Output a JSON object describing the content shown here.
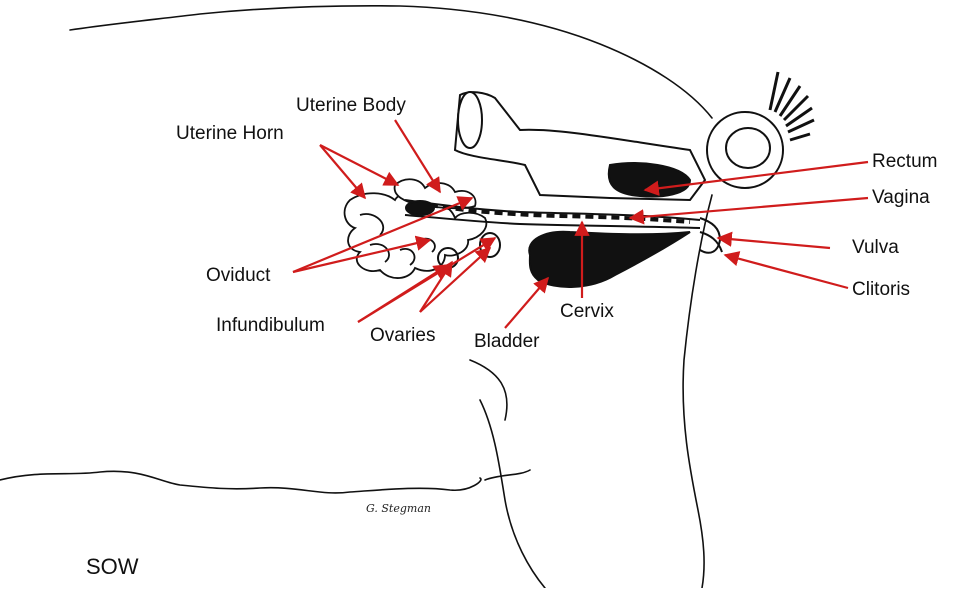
{
  "diagram": {
    "labels": {
      "uterine_body": "Uterine Body",
      "uterine_horn": "Uterine Horn",
      "rectum": "Rectum",
      "vagina": "Vagina",
      "vulva": "Vulva",
      "clitoris": "Clitoris",
      "oviduct": "Oviduct",
      "infundibulum": "Infundibulum",
      "ovaries": "Ovaries",
      "bladder": "Bladder",
      "cervix": "Cervix"
    },
    "caption": "SOW",
    "signature": "G. Stegman"
  },
  "colors": {
    "arrow": "#d01c1c",
    "ink": "#111111",
    "background": "#ffffff"
  }
}
